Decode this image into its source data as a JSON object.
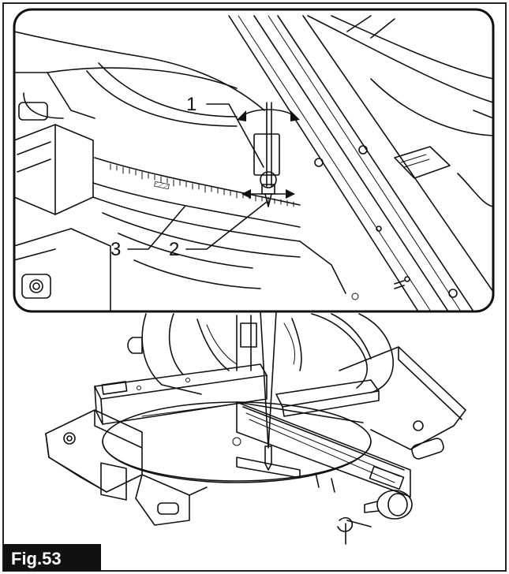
{
  "callouts": [
    "1",
    "2",
    "3"
  ],
  "caption": "Fig.53"
}
